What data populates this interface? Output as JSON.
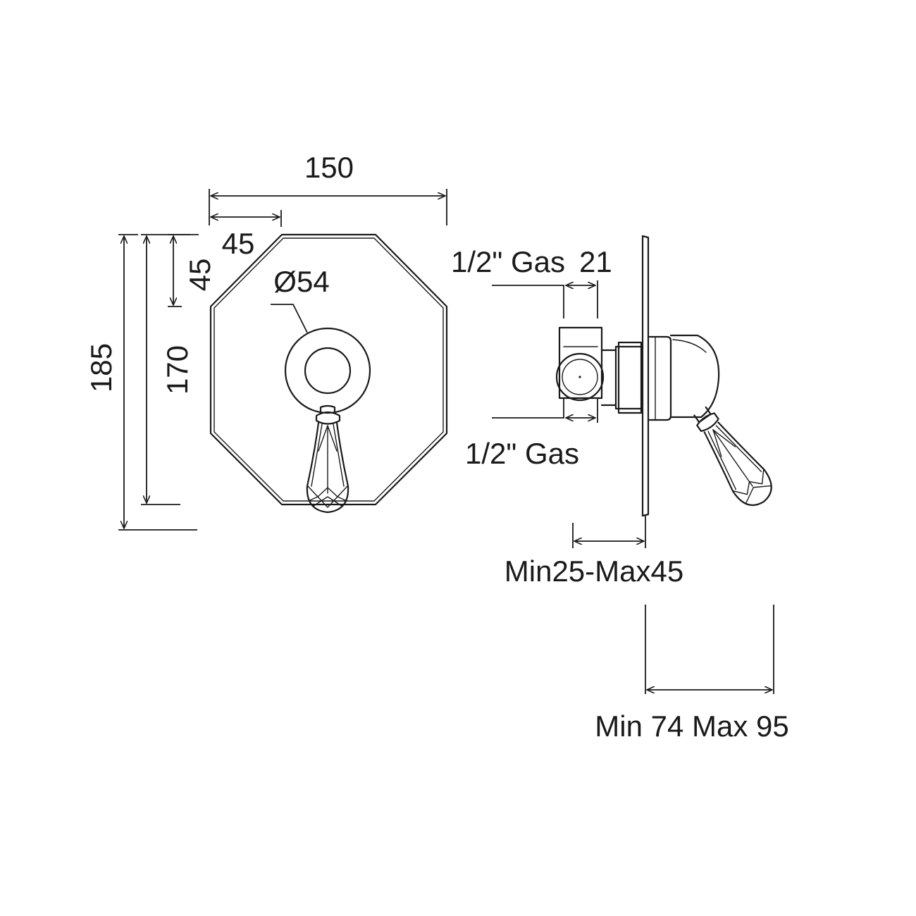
{
  "colors": {
    "line": "#1a1a1a",
    "background": "#ffffff"
  },
  "dimensions": {
    "width_total": "150",
    "offset_top": "45",
    "offset_side": "45",
    "diameter": "Ø54",
    "height_outer": "185",
    "height_inner": "170",
    "gas_top": "1/2\" Gas",
    "gas_top_value": "21",
    "gas_bottom": "1/2\" Gas",
    "wall_range": "Min25-Max45",
    "depth_range": "Min 74 Max 95"
  }
}
